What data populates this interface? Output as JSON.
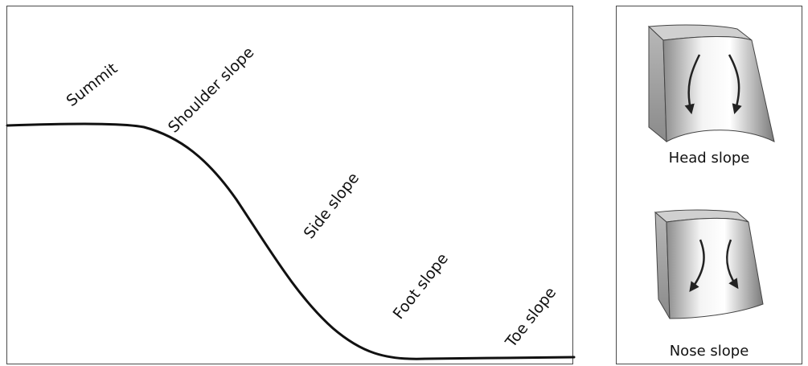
{
  "profile": {
    "labels": {
      "summit": "Summit",
      "shoulder": "Shoulder slope",
      "side": "Side slope",
      "foot": "Foot slope",
      "toe": "Toe slope"
    }
  },
  "forms": {
    "head_slope": "Head slope",
    "nose_slope": "Nose slope"
  },
  "colors": {
    "line": "#111111",
    "border": "#4a4a4a",
    "block_face": "#c8c8c8",
    "block_side": "#9a9a9a",
    "arrow": "#222222"
  }
}
